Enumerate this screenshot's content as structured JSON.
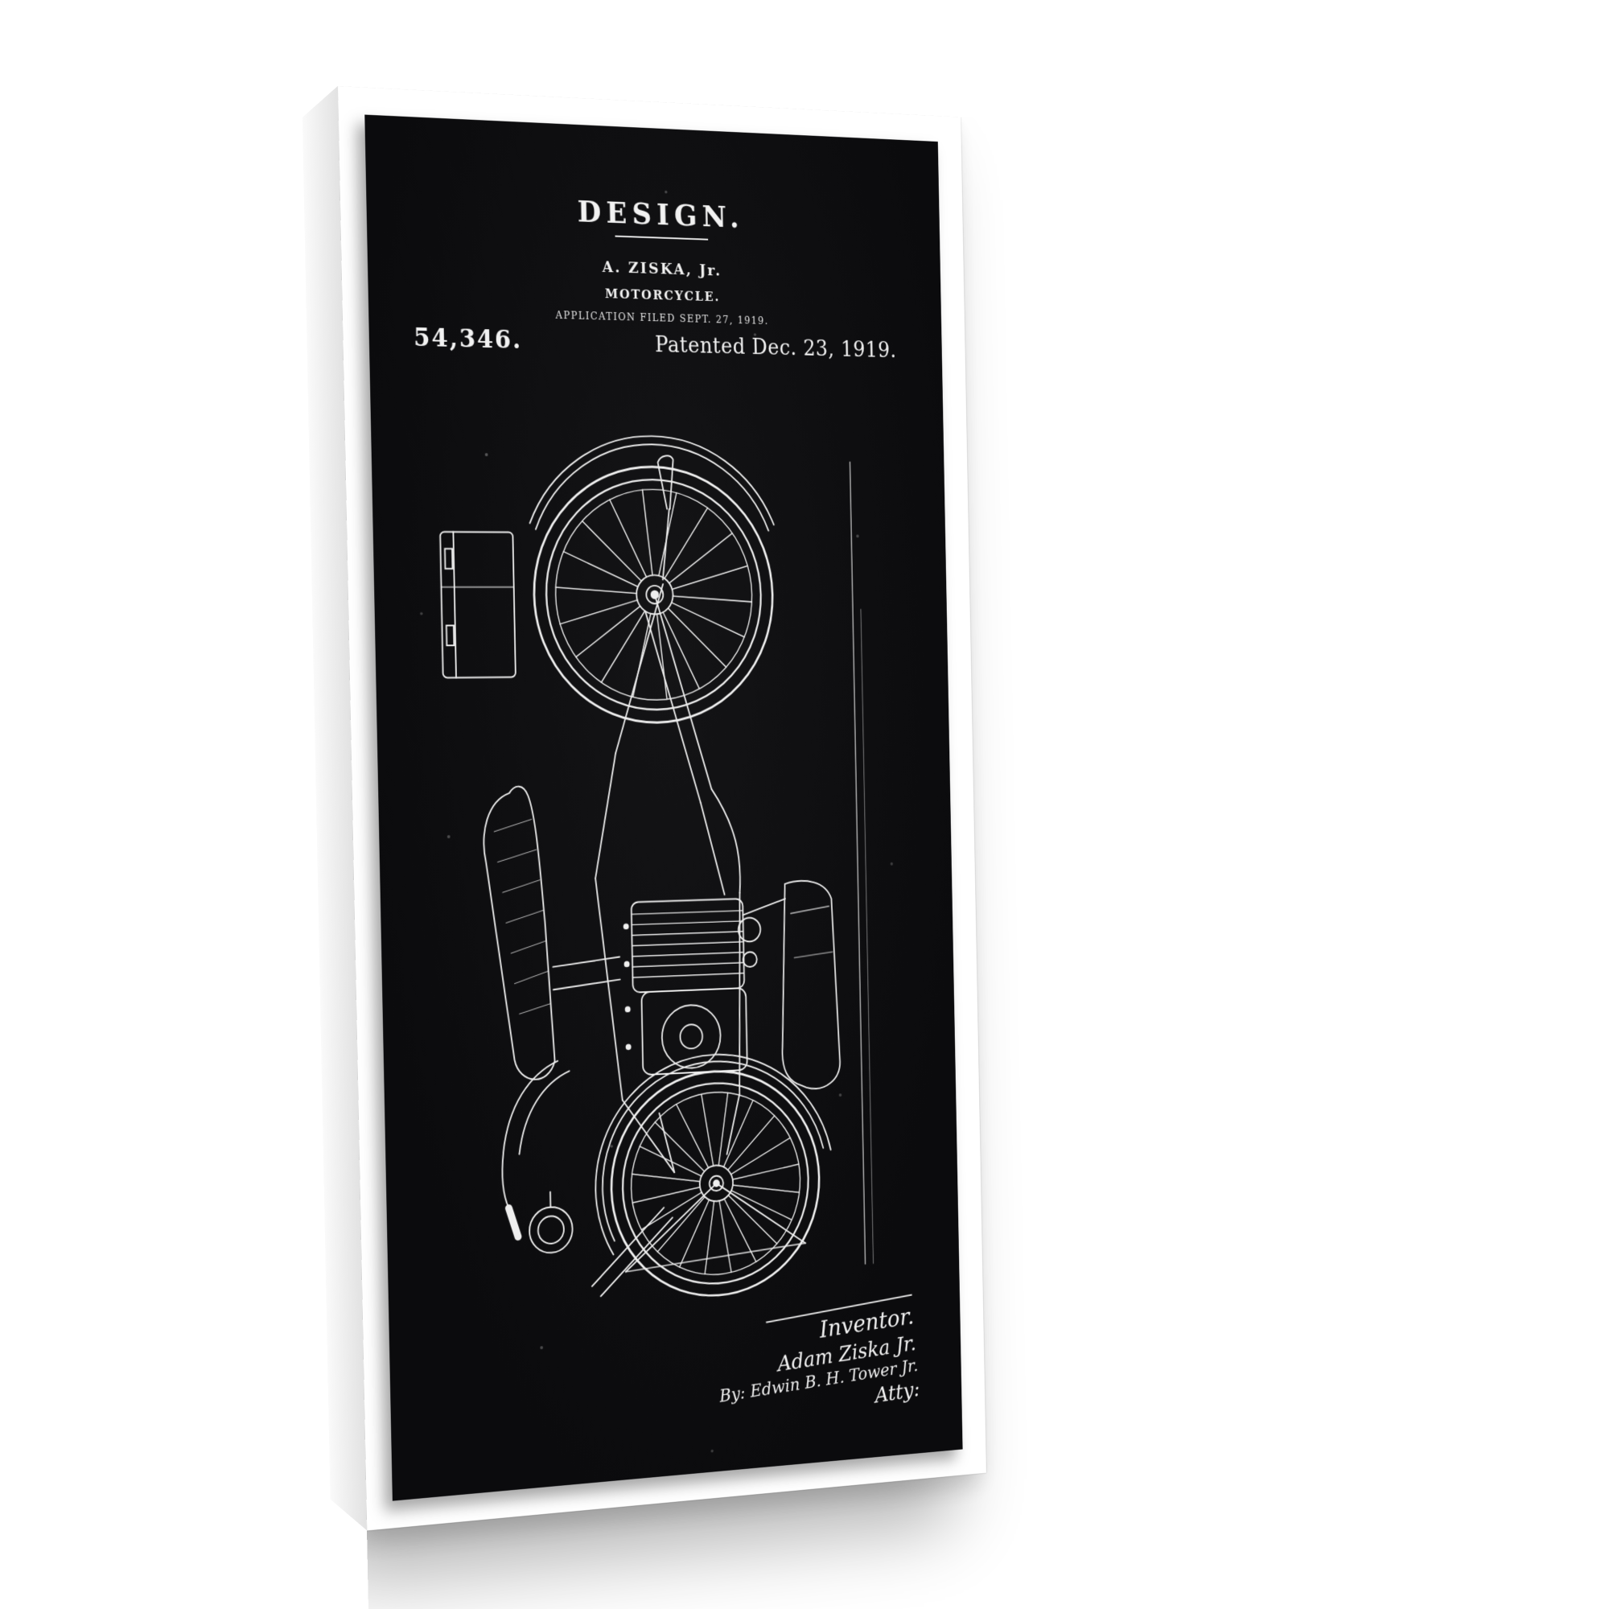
{
  "page": {
    "background": "#ffffff"
  },
  "frame": {
    "color": "#ffffff",
    "canvas_color": "#0b0b0d",
    "ink_color": "#f2f2f2"
  },
  "patent": {
    "heading": "DESIGN.",
    "inventor_line": "A. ZISKA, Jr.",
    "subject_line": "MOTORCYCLE.",
    "application_line": "APPLICATION FILED SEPT. 27, 1919.",
    "number": "54,346.",
    "date_line": "Patented Dec. 23, 1919.",
    "signature": {
      "role_label": "Inventor.",
      "name": "Adam Ziska Jr.",
      "by_line": "By: Edwin B. H. Tower Jr.",
      "attorney_label": "Atty:"
    }
  }
}
